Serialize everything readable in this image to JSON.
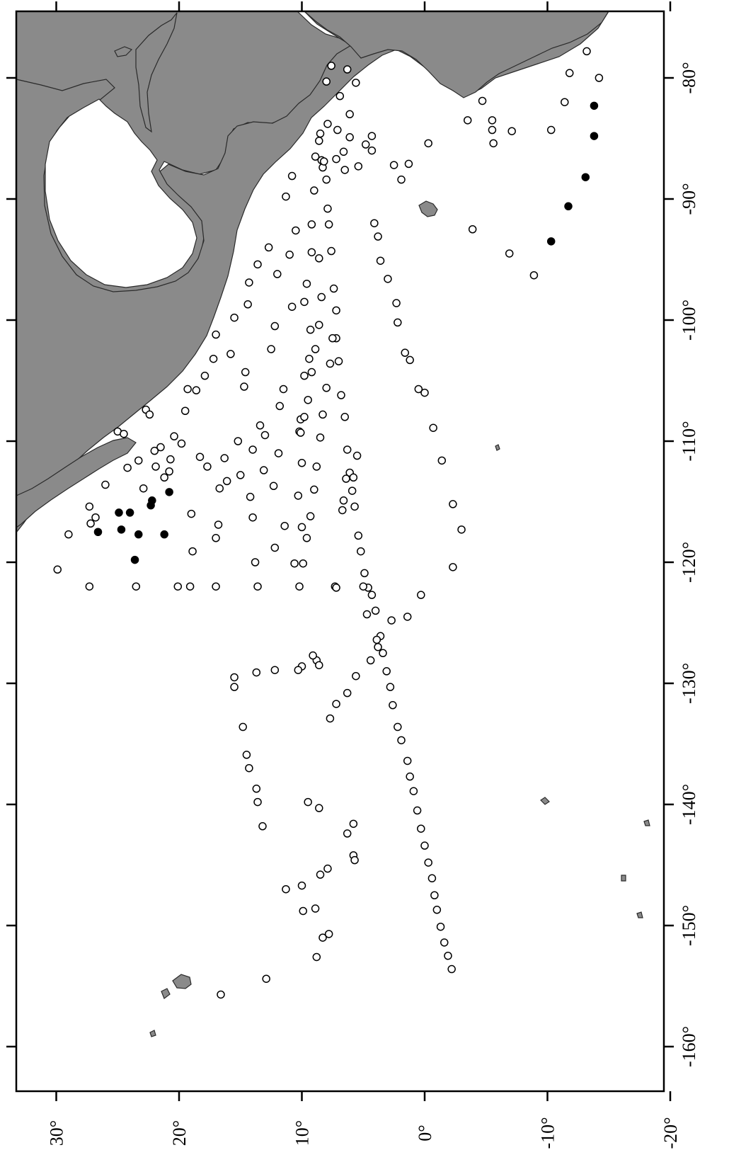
{
  "map": {
    "projection": "Mercator (rotated 90° clockwise)",
    "lat_range": [
      -20,
      33
    ],
    "lon_range": [
      -160,
      -74
    ],
    "colors": {
      "land": "#8a8a8a",
      "water": "#ffffff",
      "station_open": "#ffffff",
      "station_filled": "#000000"
    },
    "lat_ticks": [
      {
        "value": 30,
        "label": "30°"
      },
      {
        "value": 20,
        "label": "20°"
      },
      {
        "value": 10,
        "label": "10°"
      },
      {
        "value": 0,
        "label": "0°"
      },
      {
        "value": -10,
        "label": "-10°"
      },
      {
        "value": -20,
        "label": "-20°"
      }
    ],
    "lon_ticks": [
      {
        "value": -80,
        "label": "-80°"
      },
      {
        "value": -90,
        "label": "-90°"
      },
      {
        "value": -100,
        "label": "-100°"
      },
      {
        "value": -110,
        "label": "-110°"
      },
      {
        "value": -120,
        "label": "-120°"
      },
      {
        "value": -130,
        "label": "-130°"
      },
      {
        "value": -140,
        "label": "-140°"
      },
      {
        "value": -150,
        "label": "-150°"
      },
      {
        "value": -160,
        "label": "-160°"
      }
    ],
    "stations_open": [
      [
        29.9,
        -120.6
      ],
      [
        29.0,
        -117.7
      ],
      [
        27.3,
        -122.0
      ],
      [
        27.3,
        -115.4
      ],
      [
        27.2,
        -116.8
      ],
      [
        26.8,
        -116.3
      ],
      [
        26.0,
        -113.6
      ],
      [
        25.0,
        -109.2
      ],
      [
        24.5,
        -109.4
      ],
      [
        24.2,
        -112.2
      ],
      [
        23.5,
        -122.0
      ],
      [
        23.3,
        -111.6
      ],
      [
        22.9,
        -113.9
      ],
      [
        22.7,
        -107.4
      ],
      [
        22.4,
        -107.8
      ],
      [
        22.0,
        -110.8
      ],
      [
        21.9,
        -112.1
      ],
      [
        21.5,
        -110.5
      ],
      [
        21.2,
        -113.0
      ],
      [
        20.8,
        -112.5
      ],
      [
        20.7,
        -111.5
      ],
      [
        20.4,
        -109.6
      ],
      [
        20.1,
        -122.0
      ],
      [
        19.8,
        -110.2
      ],
      [
        19.5,
        -107.5
      ],
      [
        19.3,
        -105.7
      ],
      [
        19.1,
        -122.0
      ],
      [
        19.0,
        -116.0
      ],
      [
        18.9,
        -119.1
      ],
      [
        18.6,
        -105.8
      ],
      [
        18.3,
        -111.3
      ],
      [
        17.9,
        -104.6
      ],
      [
        17.7,
        -112.1
      ],
      [
        17.0,
        -122.0
      ],
      [
        17.0,
        -118.0
      ],
      [
        16.8,
        -116.9
      ],
      [
        17.2,
        -103.2
      ],
      [
        17.0,
        -101.2
      ],
      [
        16.7,
        -113.9
      ],
      [
        16.3,
        -111.4
      ],
      [
        16.1,
        -113.3
      ],
      [
        15.8,
        -102.8
      ],
      [
        15.5,
        -99.8
      ],
      [
        15.2,
        -110.0
      ],
      [
        15.0,
        -112.8
      ],
      [
        14.7,
        -105.5
      ],
      [
        14.6,
        -104.3
      ],
      [
        14.4,
        -98.7
      ],
      [
        14.3,
        -96.9
      ],
      [
        14.2,
        -114.6
      ],
      [
        14.0,
        -116.3
      ],
      [
        14.0,
        -110.7
      ],
      [
        13.8,
        -120.0
      ],
      [
        13.6,
        -95.4
      ],
      [
        13.6,
        -122.0
      ],
      [
        13.4,
        -108.7
      ],
      [
        13.1,
        -112.4
      ],
      [
        13.0,
        -109.5
      ],
      [
        12.7,
        -94.0
      ],
      [
        12.5,
        -102.4
      ],
      [
        12.3,
        -113.7
      ],
      [
        12.2,
        -118.8
      ],
      [
        12.2,
        -100.5
      ],
      [
        12.0,
        -96.2
      ],
      [
        11.9,
        -111.0
      ],
      [
        11.8,
        -107.1
      ],
      [
        11.5,
        -105.7
      ],
      [
        11.4,
        -117.0
      ],
      [
        11.3,
        -89.8
      ],
      [
        11.0,
        -94.6
      ],
      [
        10.8,
        -98.9
      ],
      [
        10.8,
        -88.1
      ],
      [
        10.6,
        -120.1
      ],
      [
        10.5,
        -92.6
      ],
      [
        10.3,
        -114.5
      ],
      [
        10.2,
        -109.2
      ],
      [
        10.1,
        -108.2
      ],
      [
        10.0,
        -111.8
      ],
      [
        10.0,
        -117.1
      ],
      [
        9.8,
        -104.6
      ],
      [
        9.8,
        -98.5
      ],
      [
        9.6,
        -97.0
      ],
      [
        9.4,
        -103.2
      ],
      [
        9.3,
        -100.8
      ],
      [
        9.2,
        -94.4
      ],
      [
        9.2,
        -92.1
      ],
      [
        9.0,
        -89.3
      ],
      [
        8.9,
        -86.5
      ],
      [
        8.6,
        -85.2
      ],
      [
        8.5,
        -84.6
      ],
      [
        8.4,
        -86.8
      ],
      [
        8.3,
        -87.4
      ],
      [
        8.2,
        -86.9
      ],
      [
        8.0,
        -88.4
      ],
      [
        7.9,
        -90.8
      ],
      [
        7.8,
        -92.1
      ],
      [
        7.6,
        -94.3
      ],
      [
        7.4,
        -97.4
      ],
      [
        7.2,
        -101.5
      ],
      [
        7.0,
        -103.4
      ],
      [
        6.8,
        -106.2
      ],
      [
        6.5,
        -108.0
      ],
      [
        6.3,
        -110.7
      ],
      [
        6.1,
        -112.6
      ],
      [
        5.9,
        -114.1
      ],
      [
        5.7,
        -115.4
      ],
      [
        5.4,
        -117.8
      ],
      [
        5.2,
        -119.1
      ],
      [
        4.9,
        -120.9
      ],
      [
        4.6,
        -122.1
      ],
      [
        4.3,
        -122.7
      ],
      [
        4.0,
        -124.0
      ],
      [
        3.6,
        -126.1
      ],
      [
        3.4,
        -127.5
      ],
      [
        3.1,
        -129.0
      ],
      [
        2.8,
        -130.3
      ],
      [
        2.6,
        -131.8
      ],
      [
        2.2,
        -133.6
      ],
      [
        1.9,
        -134.7
      ],
      [
        1.4,
        -136.4
      ],
      [
        1.2,
        -137.7
      ],
      [
        0.9,
        -138.9
      ],
      [
        0.6,
        -140.5
      ],
      [
        0.3,
        -142.0
      ],
      [
        0.0,
        -143.4
      ],
      [
        -0.3,
        -144.8
      ],
      [
        -0.6,
        -146.1
      ],
      [
        -0.8,
        -147.5
      ],
      [
        -1.0,
        -148.7
      ],
      [
        -1.3,
        -150.1
      ],
      [
        -1.6,
        -151.4
      ],
      [
        -1.9,
        -152.5
      ],
      [
        -2.2,
        -153.6
      ],
      [
        8.6,
        -94.9
      ],
      [
        8.4,
        -98.1
      ],
      [
        8.6,
        -100.4
      ],
      [
        8.9,
        -102.4
      ],
      [
        9.2,
        -104.3
      ],
      [
        9.5,
        -106.6
      ],
      [
        9.8,
        -108.0
      ],
      [
        10.1,
        -109.3
      ],
      [
        7.2,
        -99.2
      ],
      [
        7.5,
        -101.5
      ],
      [
        7.7,
        -103.6
      ],
      [
        8.0,
        -105.6
      ],
      [
        8.3,
        -107.8
      ],
      [
        8.5,
        -109.7
      ],
      [
        8.8,
        -112.1
      ],
      [
        9.0,
        -114.0
      ],
      [
        9.3,
        -116.2
      ],
      [
        9.6,
        -118.0
      ],
      [
        9.9,
        -120.1
      ],
      [
        10.2,
        -122.0
      ],
      [
        7.3,
        -122.0
      ],
      [
        7.2,
        -122.1
      ],
      [
        6.7,
        -115.7
      ],
      [
        6.6,
        -114.9
      ],
      [
        6.4,
        -113.1
      ],
      [
        5.8,
        -113.0
      ],
      [
        5.5,
        -111.2
      ],
      [
        5.0,
        -122.0
      ],
      [
        4.7,
        -124.3
      ],
      [
        3.9,
        -126.4
      ],
      [
        3.8,
        -127.0
      ],
      [
        4.4,
        -128.1
      ],
      [
        5.6,
        -129.4
      ],
      [
        6.3,
        -130.8
      ],
      [
        7.2,
        -131.7
      ],
      [
        7.7,
        -132.9
      ],
      [
        8.8,
        -128.1
      ],
      [
        9.1,
        -127.7
      ],
      [
        8.6,
        -128.5
      ],
      [
        10.0,
        -128.6
      ],
      [
        10.3,
        -128.9
      ],
      [
        12.2,
        -128.9
      ],
      [
        13.7,
        -129.1
      ],
      [
        15.5,
        -129.5
      ],
      [
        15.5,
        -130.3
      ],
      [
        14.8,
        -133.6
      ],
      [
        14.5,
        -135.9
      ],
      [
        14.3,
        -137.0
      ],
      [
        13.7,
        -138.7
      ],
      [
        13.6,
        -139.8
      ],
      [
        13.2,
        -141.8
      ],
      [
        11.3,
        -147.0
      ],
      [
        10.0,
        -146.7
      ],
      [
        9.9,
        -148.8
      ],
      [
        8.9,
        -148.6
      ],
      [
        8.5,
        -145.8
      ],
      [
        7.9,
        -145.3
      ],
      [
        8.3,
        -151.0
      ],
      [
        7.8,
        -150.7
      ],
      [
        8.8,
        -152.6
      ],
      [
        12.9,
        -154.4
      ],
      [
        16.6,
        -155.7
      ],
      [
        9.5,
        -139.8
      ],
      [
        8.6,
        -140.3
      ],
      [
        5.8,
        -141.6
      ],
      [
        6.3,
        -142.4
      ],
      [
        5.8,
        -144.2
      ],
      [
        5.7,
        -144.6
      ],
      [
        2.7,
        -124.8
      ],
      [
        1.4,
        -124.5
      ],
      [
        0.3,
        -122.7
      ],
      [
        0.0,
        -106.0
      ],
      [
        -0.7,
        -108.9
      ],
      [
        -1.4,
        -111.6
      ],
      [
        -2.3,
        -115.2
      ],
      [
        -3.0,
        -117.3
      ],
      [
        -2.3,
        -120.4
      ],
      [
        0.5,
        -105.7
      ],
      [
        1.2,
        -103.3
      ],
      [
        1.6,
        -102.7
      ],
      [
        2.2,
        -100.2
      ],
      [
        2.3,
        -98.6
      ],
      [
        3.0,
        -96.6
      ],
      [
        3.6,
        -95.1
      ],
      [
        3.8,
        -93.1
      ],
      [
        4.1,
        -92.0
      ],
      [
        2.5,
        -87.2
      ],
      [
        1.9,
        -88.4
      ],
      [
        1.3,
        -87.1
      ],
      [
        4.3,
        -86.0
      ],
      [
        4.3,
        -84.8
      ],
      [
        5.6,
        -80.4
      ],
      [
        6.3,
        -79.3
      ],
      [
        6.9,
        -81.5
      ],
      [
        6.1,
        -83.0
      ],
      [
        6.1,
        -84.9
      ],
      [
        6.6,
        -86.1
      ],
      [
        7.1,
        -84.3
      ],
      [
        7.2,
        -86.7
      ],
      [
        6.5,
        -87.6
      ],
      [
        5.4,
        -87.3
      ],
      [
        4.8,
        -85.5
      ],
      [
        7.9,
        -83.8
      ],
      [
        7.6,
        -79.0
      ],
      [
        8.0,
        -80.3
      ],
      [
        -0.3,
        -85.4
      ],
      [
        -3.5,
        -83.5
      ],
      [
        -5.5,
        -83.5
      ],
      [
        -5.5,
        -84.3
      ],
      [
        -5.6,
        -85.4
      ],
      [
        -7.1,
        -84.4
      ],
      [
        -4.7,
        -81.9
      ],
      [
        -10.3,
        -84.3
      ],
      [
        -11.4,
        -82.0
      ],
      [
        -11.8,
        -79.6
      ],
      [
        -13.2,
        -77.8
      ],
      [
        -14.2,
        -80.0
      ],
      [
        -3.9,
        -92.5
      ],
      [
        -6.9,
        -94.5
      ],
      [
        -8.9,
        -96.3
      ]
    ],
    "stations_filled": [
      [
        26.6,
        -117.5
      ],
      [
        24.9,
        -115.9
      ],
      [
        24.7,
        -117.3
      ],
      [
        24.0,
        -115.9
      ],
      [
        23.3,
        -117.7
      ],
      [
        23.6,
        -119.8
      ],
      [
        22.3,
        -115.3
      ],
      [
        22.2,
        -114.9
      ],
      [
        20.8,
        -114.2
      ],
      [
        21.2,
        -117.7
      ],
      [
        -10.3,
        -93.5
      ],
      [
        -11.7,
        -90.6
      ],
      [
        -13.1,
        -88.2
      ],
      [
        -13.8,
        -84.8
      ],
      [
        -13.8,
        -82.3
      ]
    ]
  }
}
